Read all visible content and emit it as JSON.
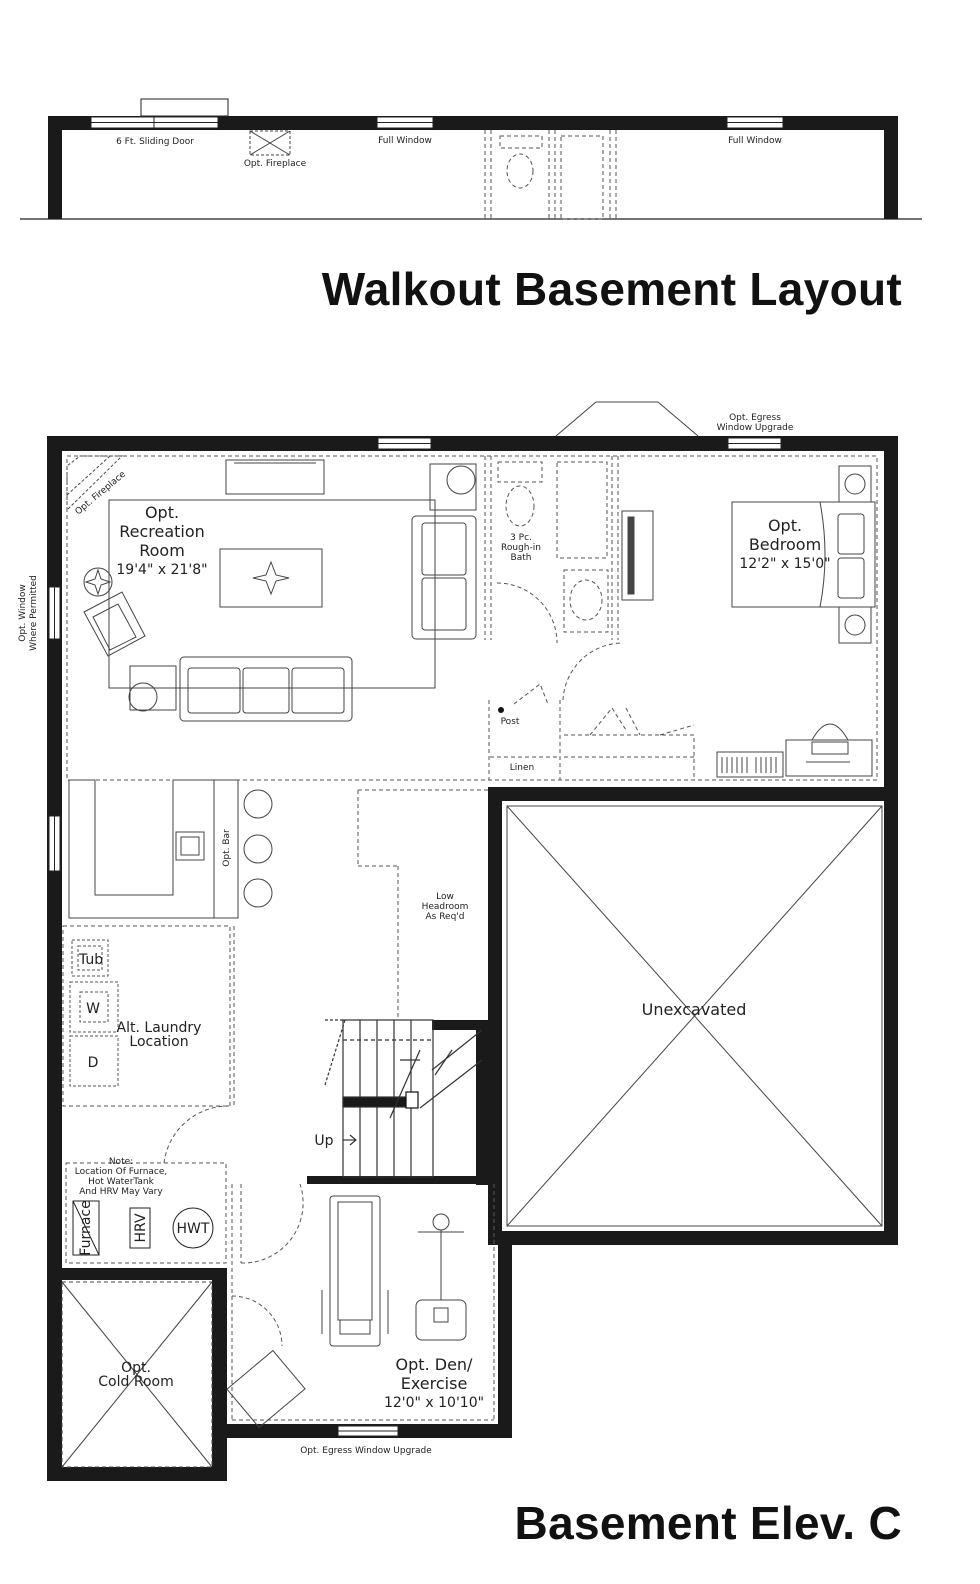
{
  "titles": {
    "layout": "Walkout Basement Layout",
    "elevation": "Basement Elev. C"
  },
  "elevation_labels": {
    "sliding_door": "6 Ft. Sliding Door",
    "fireplace": "Opt. Fireplace",
    "full_window_1": "Full Window",
    "full_window_2": "Full Window"
  },
  "plan_labels": {
    "egress_top_1": "Opt. Egress",
    "egress_top_2": "Window Upgrade",
    "fireplace": "Opt. Fireplace",
    "rec_room_1": "Opt.",
    "rec_room_2": "Recreation",
    "rec_room_3": "Room",
    "rec_room_dims": "19'4\" x 21'8\"",
    "bath_1": "3 Pc.",
    "bath_2": "Rough-in",
    "bath_3": "Bath",
    "bedroom_1": "Opt.",
    "bedroom_2": "Bedroom",
    "bedroom_dims": "12'2\" x 15'0\"",
    "side_window_1": "Opt. Window",
    "side_window_2": "Where Permitted",
    "post": "Post",
    "linen": "Linen",
    "bar": "Opt. Bar",
    "low_headroom_1": "Low",
    "low_headroom_2": "Headroom",
    "low_headroom_3": "As Req'd",
    "unexcavated": "Unexcavated",
    "tub": "Tub",
    "washer": "W",
    "dryer": "D",
    "laundry_1": "Alt. Laundry",
    "laundry_2": "Location",
    "up": "Up",
    "note_1": "Note:",
    "note_2": "Location Of Furnace,",
    "note_3": "Hot WaterTank",
    "note_4": "And HRV May Vary",
    "furnace": "Furnace",
    "hrv": "HRV",
    "hwt": "HWT",
    "cold_room_1": "Opt.",
    "cold_room_2": "Cold Room",
    "den_1": "Opt. Den/",
    "den_2": "Exercise",
    "den_dims": "12'0\" x 10'10\"",
    "egress_bottom": "Opt. Egress Window Upgrade"
  }
}
